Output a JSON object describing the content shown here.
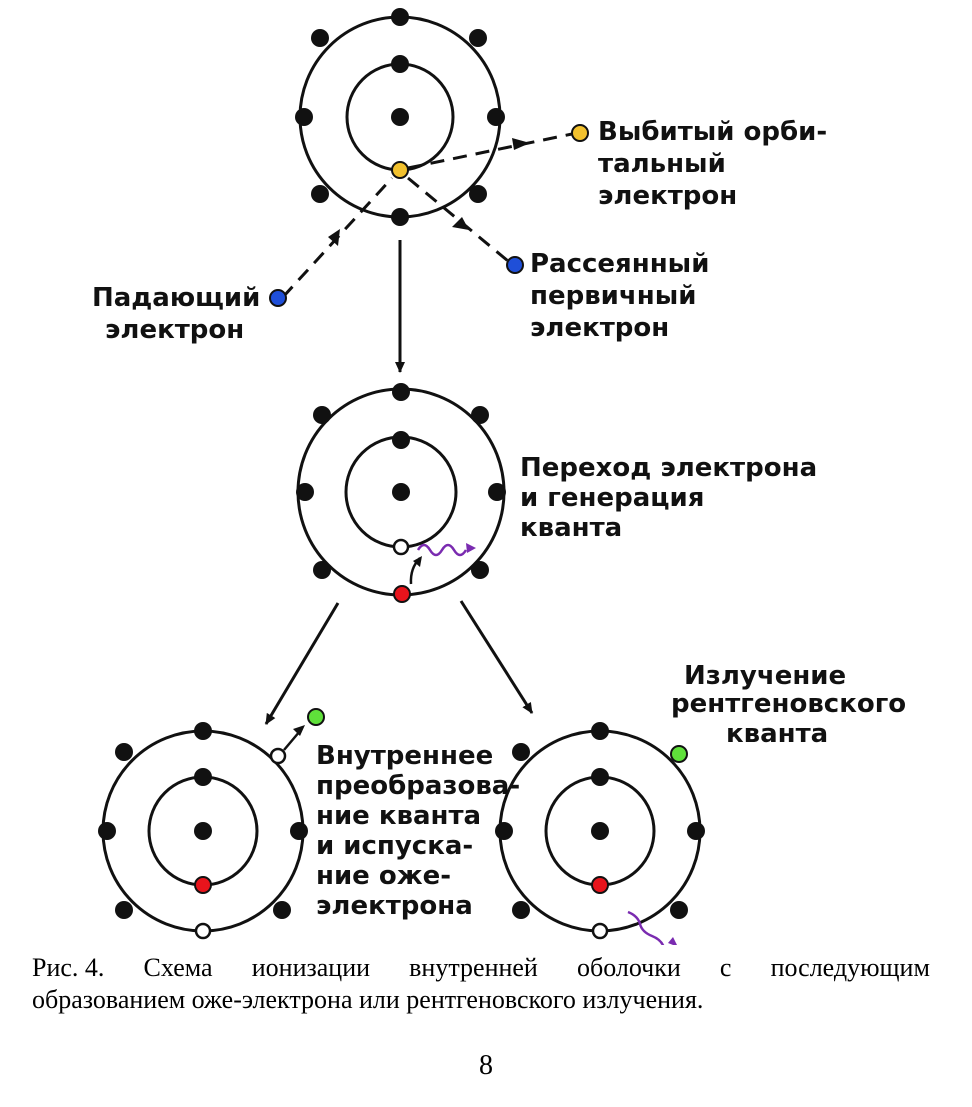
{
  "diagram": {
    "labels": {
      "knocked_out": [
        "Выбитый орби-",
        "тальный",
        "электрон"
      ],
      "incident": [
        "Падающий",
        "электрон"
      ],
      "scattered": [
        "Рассеянный",
        "первичный",
        "электрон"
      ],
      "transition": [
        "Переход электрона",
        "и генерация",
        "кванта"
      ],
      "auger": [
        "Внутреннее",
        "преобразова-",
        "ние кванта",
        "и испуска-",
        "ние оже-",
        "электрона"
      ],
      "xray": [
        "Излучение",
        "рентгеновского",
        "кванта"
      ]
    },
    "colors": {
      "knocked_out_electron": "#f2c12e",
      "incident_electron": "#1f4fd8",
      "scattered_electron": "#1f4fd8",
      "transitioned_electron": "#e8141c",
      "emitted_electron": "#5fe03a",
      "photon": "#7a2bb0",
      "vacancy": "#ffffff"
    }
  },
  "caption": {
    "row1": [
      "Рис. 4.",
      "Схема",
      "ионизации",
      "внутренней",
      "оболочки",
      "с",
      "последующим"
    ],
    "row2": "образованием оже-электрона или рентгеновского излучения."
  },
  "page_number": "8"
}
